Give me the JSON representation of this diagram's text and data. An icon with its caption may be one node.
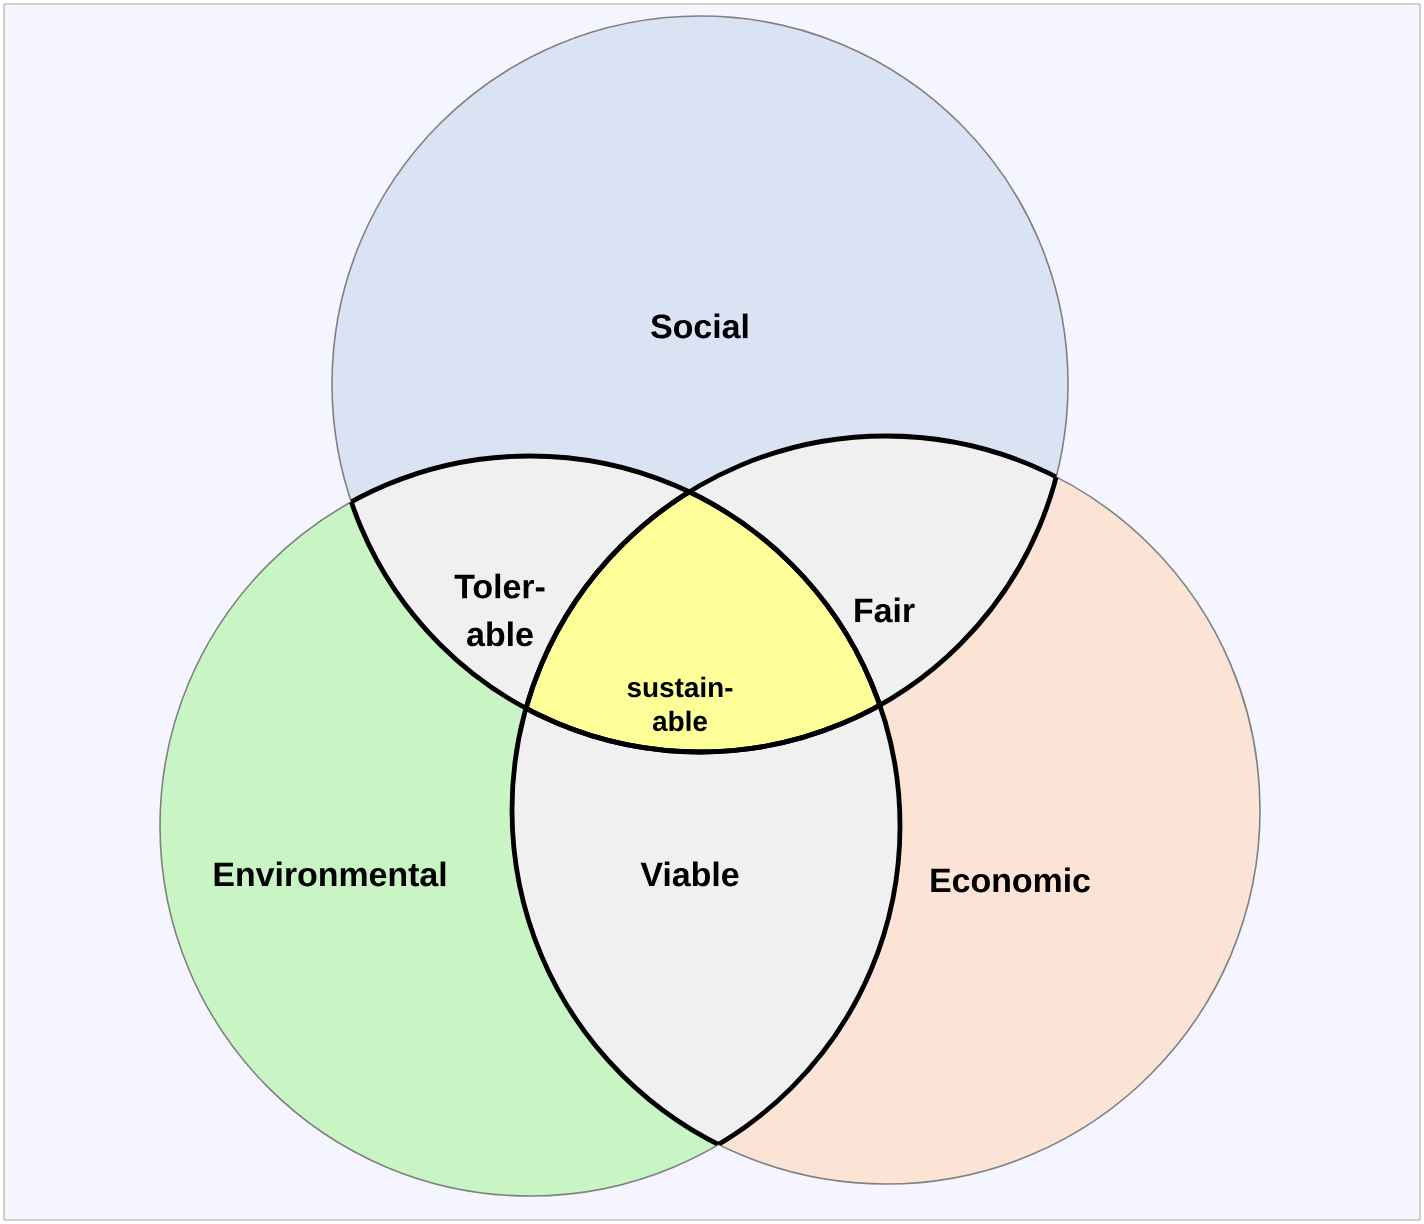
{
  "diagram": {
    "nodes": [
      {
        "text": [
          "Social"
        ]
      },
      {
        "text": [
          "Environmental"
        ]
      },
      {
        "text": [
          "Economic"
        ]
      },
      {
        "text": [
          "Toler- able"
        ]
      },
      {
        "text": [
          "Fair"
        ]
      },
      {
        "text": [
          "Viable"
        ]
      },
      {
        "text": [
          "sustain- able"
        ]
      }
    ]
  }
}
